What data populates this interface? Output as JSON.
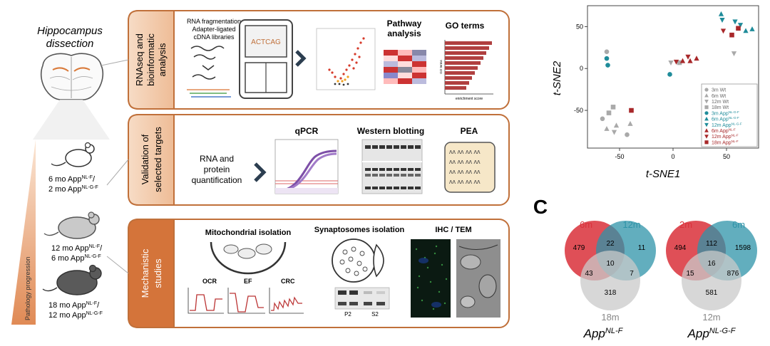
{
  "left": {
    "title_line1": "Hippocampus",
    "title_line2": "dissection",
    "progression_label": "Pathology progression",
    "mice": [
      {
        "line1": "6 mo App",
        "sup1": "NL-F",
        "tail1": "/",
        "line2": "2 mo App",
        "sup2": "NL-G-F"
      },
      {
        "line1": "12 mo App",
        "sup1": "NL-F",
        "tail1": "/",
        "line2": "6 mo App",
        "sup2": "NL-G-F"
      },
      {
        "line1": "18 mo App",
        "sup1": "NL-F",
        "tail1": "/",
        "line2": "12 mo App",
        "sup2": "NL-G-F"
      }
    ]
  },
  "panels": {
    "rnaseq": {
      "side_line1": "RNAseq and",
      "side_line2": "bioinformatic",
      "side_line3": "analysis",
      "lib_line1": "RNA fragmentation",
      "lib_line2": "Adapter-ligated",
      "lib_line3": "cDNA libraries",
      "sequencer_text": "ACTCAG",
      "pathway_line1": "Pathway",
      "pathway_line2": "analysis",
      "go_title": "GO terms",
      "go_ylabel": "GO terms",
      "go_xlabel": "enrichment score"
    },
    "validation": {
      "side_line1": "Validation of",
      "side_line2": "selected targets",
      "rna_line1": "RNA and",
      "rna_line2": "protein",
      "rna_line3": "quantification",
      "qpcr": "qPCR",
      "western": "Western blotting",
      "pea": "PEA"
    },
    "mechanistic": {
      "side_line1": "Mechanistic",
      "side_line2": "studies",
      "mito": "Mitochondrial isolation",
      "synapto": "Synaptosomes isolation",
      "ihc": "IHC / TEM",
      "ocr": "OCR",
      "ef": "EF",
      "crc": "CRC",
      "p2": "P2",
      "s2": "S2"
    }
  },
  "tsne": {
    "xlabel": "t-SNE1",
    "ylabel": "t-SNE2",
    "xticks": [
      "-50",
      "0",
      "50"
    ],
    "yticks": [
      "50",
      "0",
      "-50"
    ],
    "legend": [
      {
        "label": "3m Wt",
        "marker": "circle",
        "color": "#a9a9a9"
      },
      {
        "label": "6m Wt",
        "marker": "triangle-up",
        "color": "#a9a9a9"
      },
      {
        "label": "12m Wt",
        "marker": "triangle-down",
        "color": "#a9a9a9"
      },
      {
        "label": "18m Wt",
        "marker": "square",
        "color": "#a9a9a9"
      },
      {
        "label": "3m App",
        "sup": "NL-G-F",
        "marker": "circle",
        "color": "#1f8c9a"
      },
      {
        "label": "6m App",
        "sup": "NL-G-F",
        "marker": "triangle-up",
        "color": "#1f8c9a"
      },
      {
        "label": "12m App",
        "sup": "NL-G-F",
        "marker": "triangle-down",
        "color": "#1f8c9a"
      },
      {
        "label": "6m App",
        "sup": "NL-F",
        "marker": "triangle-up",
        "color": "#a8282a"
      },
      {
        "label": "12m App",
        "sup": "NL-F",
        "marker": "triangle-down",
        "color": "#a8282a"
      },
      {
        "label": "18m App",
        "sup": "NL-F",
        "marker": "square",
        "color": "#a8282a"
      }
    ]
  },
  "chart_data": {
    "type": "scatter",
    "xlabel": "t-SNE1",
    "ylabel": "t-SNE2",
    "xlim": [
      -80,
      80
    ],
    "ylim": [
      -95,
      75
    ],
    "series": [
      {
        "name": "3m Wt",
        "marker": "circle",
        "color": "#a9a9a9",
        "points": [
          [
            -62,
            20
          ],
          [
            -66,
            -60
          ],
          [
            -43,
            -79
          ]
        ]
      },
      {
        "name": "6m Wt",
        "marker": "triangle-up",
        "color": "#a9a9a9",
        "points": [
          [
            -62,
            -72
          ],
          [
            -53,
            -68
          ],
          [
            -40,
            -66
          ]
        ]
      },
      {
        "name": "12m Wt",
        "marker": "triangle-down",
        "color": "#a9a9a9",
        "points": [
          [
            -2,
            7
          ],
          [
            -55,
            -76
          ],
          [
            57,
            18
          ]
        ]
      },
      {
        "name": "18m Wt",
        "marker": "square",
        "color": "#a9a9a9",
        "points": [
          [
            -56,
            -46
          ],
          [
            -60,
            -53
          ],
          [
            6,
            7
          ]
        ]
      },
      {
        "name": "3m App NL-G-F",
        "marker": "circle",
        "color": "#1f8c9a",
        "points": [
          [
            -62,
            12
          ],
          [
            -61,
            4
          ],
          [
            -3,
            -7
          ]
        ]
      },
      {
        "name": "6m App NL-G-F",
        "marker": "triangle-up",
        "color": "#1f8c9a",
        "points": [
          [
            45,
            65
          ],
          [
            68,
            45
          ],
          [
            74,
            47
          ]
        ]
      },
      {
        "name": "12m App NL-G-F",
        "marker": "triangle-down",
        "color": "#1f8c9a",
        "points": [
          [
            46,
            58
          ],
          [
            58,
            56
          ],
          [
            63,
            52
          ]
        ]
      },
      {
        "name": "6m App NL-F",
        "marker": "triangle-up",
        "color": "#a8282a",
        "points": [
          [
            9,
            9
          ],
          [
            16,
            9
          ],
          [
            22,
            12
          ]
        ]
      },
      {
        "name": "12m App NL-F",
        "marker": "triangle-down",
        "color": "#a8282a",
        "points": [
          [
            3,
            8
          ],
          [
            14,
            14
          ],
          [
            47,
            45
          ]
        ]
      },
      {
        "name": "18m App NL-F",
        "marker": "square",
        "color": "#a8282a",
        "points": [
          [
            -39,
            -50
          ],
          [
            55,
            40
          ],
          [
            61,
            48
          ]
        ]
      }
    ]
  },
  "venn": {
    "panel_letter": "C",
    "left": {
      "label_a": "6m",
      "label_b": "12m",
      "label_c": "18m",
      "only_a": "479",
      "ab": "22",
      "only_b": "11",
      "abc": "10",
      "ac": "43",
      "bc": "7",
      "only_c": "318",
      "caption": "App",
      "caption_sup": "NL-F",
      "color_a": "#d9303a",
      "color_b": "#2e93a8",
      "color_c": "#c9c9c9"
    },
    "right": {
      "label_a": "2m",
      "label_b": "6m",
      "label_c": "12m",
      "only_a": "494",
      "ab": "112",
      "only_b": "1598",
      "abc": "16",
      "ac": "15",
      "bc": "876",
      "only_c": "581",
      "caption": "App",
      "caption_sup": "NL-G-F",
      "color_a": "#d9303a",
      "color_b": "#2e93a8",
      "color_c": "#c9c9c9"
    }
  }
}
